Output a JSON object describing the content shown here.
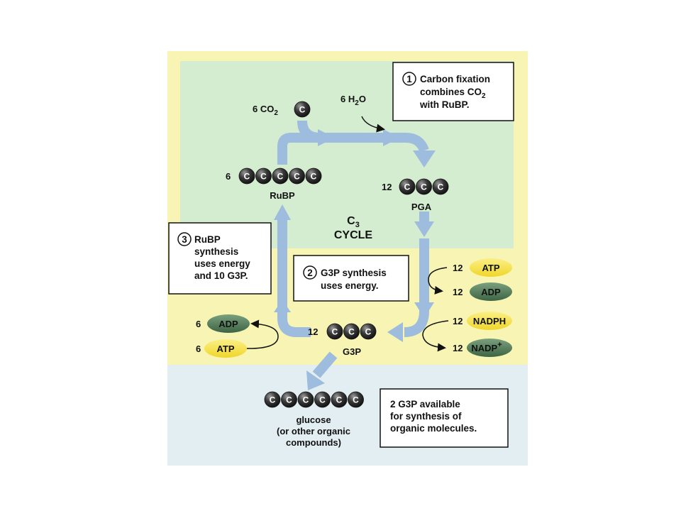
{
  "colors": {
    "outer_bg": "#f8f5b4",
    "cycle_bg": "#d4ecd0",
    "bottom_bg": "#e2eef2",
    "arrow": "#9dbcde",
    "atp_fill": "#f5e24a",
    "adp_fill": "#4f7a54",
    "carbon_ball": "#3a3a3a"
  },
  "title": {
    "line1": "C",
    "sub": "3",
    "line2": "CYCLE"
  },
  "carbon_symbol": "C",
  "steps": {
    "step1": {
      "num": "1",
      "lines": [
        "Carbon fixation",
        "combines CO",
        "with RuBP."
      ],
      "line2_sub": "2"
    },
    "step2": {
      "num": "2",
      "lines": [
        "G3P synthesis",
        "uses energy."
      ]
    },
    "step3": {
      "num": "3",
      "lines": [
        "RuBP",
        "synthesis",
        "uses energy",
        "and 10 G3P."
      ]
    }
  },
  "molecules": {
    "co2": {
      "count": "6",
      "name": "CO",
      "sub": "2"
    },
    "h2o": {
      "count": "6",
      "name": "H",
      "sub": "2",
      "suffix": "O"
    },
    "rubp": {
      "count": "6",
      "name": "RuBP"
    },
    "pga": {
      "count": "12",
      "name": "PGA"
    },
    "g3p": {
      "count": "12",
      "name": "G3P"
    },
    "glucose": {
      "lines": [
        "glucose",
        "(or other organic",
        "compounds)"
      ]
    }
  },
  "energy": {
    "right_atp": {
      "count": "12",
      "label": "ATP"
    },
    "right_adp": {
      "count": "12",
      "label": "ADP"
    },
    "right_nadph": {
      "count": "12",
      "label": "NADPH"
    },
    "right_nadp": {
      "count": "12",
      "label": "NADP",
      "sup": "+"
    },
    "left_adp": {
      "count": "6",
      "label": "ADP"
    },
    "left_atp": {
      "count": "6",
      "label": "ATP"
    }
  },
  "output_box": {
    "lines": [
      "2 G3P available",
      "for synthesis of",
      "organic molecules."
    ]
  }
}
